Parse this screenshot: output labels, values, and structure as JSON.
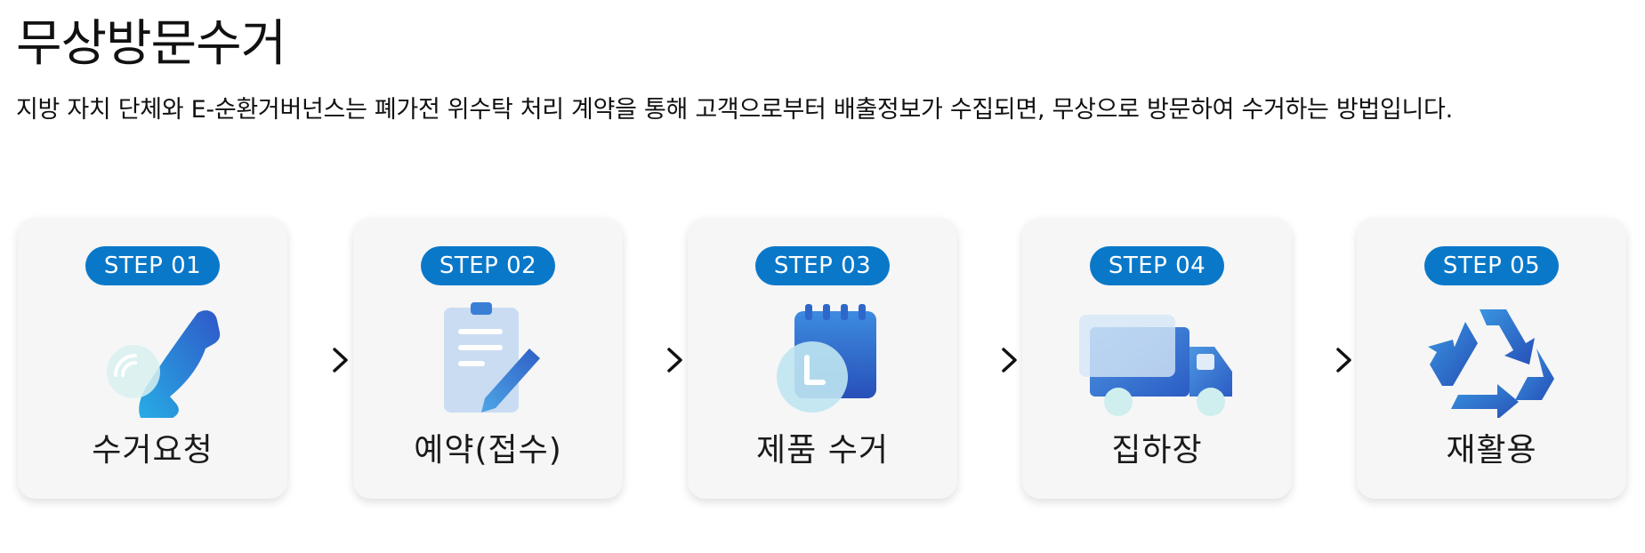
{
  "page": {
    "title": "무상방문수거",
    "description": "지방 자치 단체와 E-순환거버넌스는 폐가전 위수탁 처리 계약을 통해 고객으로부터 배출정보가 수집되면, 무상으로 방문하여 수거하는 방법입니다."
  },
  "colors": {
    "badge": "#0a78c9",
    "card": "#f6f6f6",
    "illustration_blue": "#2f6fd0",
    "illustration_light": "#bcd7ee"
  },
  "steps": [
    {
      "badge": "STEP 01",
      "label": "수거요청",
      "icon": "phone-icon"
    },
    {
      "badge": "STEP 02",
      "label": "예약(접수)",
      "icon": "clipboard-icon"
    },
    {
      "badge": "STEP 03",
      "label": "제품 수거",
      "icon": "calendar-clock-icon"
    },
    {
      "badge": "STEP 04",
      "label": "집하장",
      "icon": "truck-icon"
    },
    {
      "badge": "STEP 05",
      "label": "재활용",
      "icon": "recycle-icon"
    }
  ],
  "arrow_icon": "chevron-right-icon"
}
